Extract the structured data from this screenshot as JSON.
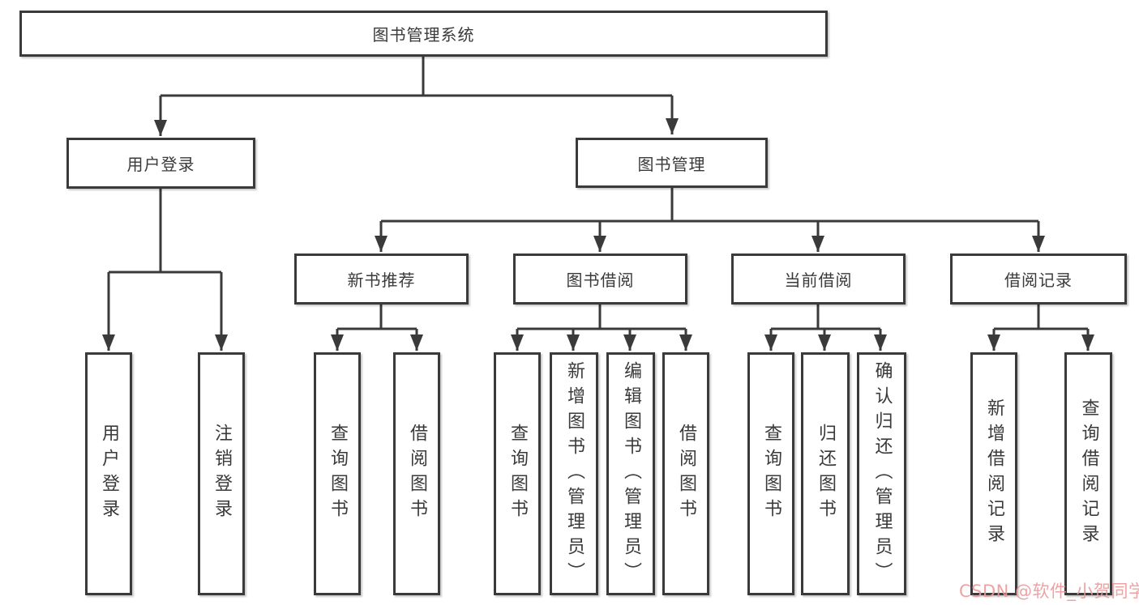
{
  "tree": {
    "label": "图书管理系统",
    "children": [
      {
        "label": "用户登录",
        "children": [
          {
            "label": "用户登录"
          },
          {
            "label": "注销登录"
          }
        ]
      },
      {
        "label": "图书管理",
        "children": [
          {
            "label": "新书推荐",
            "children": [
              {
                "label": "查询图书"
              },
              {
                "label": "借阅图书"
              }
            ]
          },
          {
            "label": "图书借阅",
            "children": [
              {
                "label": "查询图书"
              },
              {
                "label": "新增图书（管理员）"
              },
              {
                "label": "编辑图书（管理员）"
              },
              {
                "label": "借阅图书"
              }
            ]
          },
          {
            "label": "当前借阅",
            "children": [
              {
                "label": "查询图书"
              },
              {
                "label": "归还图书"
              },
              {
                "label": "确认归还（管理员）"
              }
            ]
          },
          {
            "label": "借阅记录",
            "children": [
              {
                "label": "新增借阅记录"
              },
              {
                "label": "查询借阅记录"
              }
            ]
          }
        ]
      }
    ]
  },
  "watermark": {
    "text": "CSDN @软件_小贺同学",
    "color": "#ec999a"
  },
  "colors": {
    "line": "#3a3a3a",
    "box_border": "#3a3a3a",
    "background": "#ffffff"
  }
}
